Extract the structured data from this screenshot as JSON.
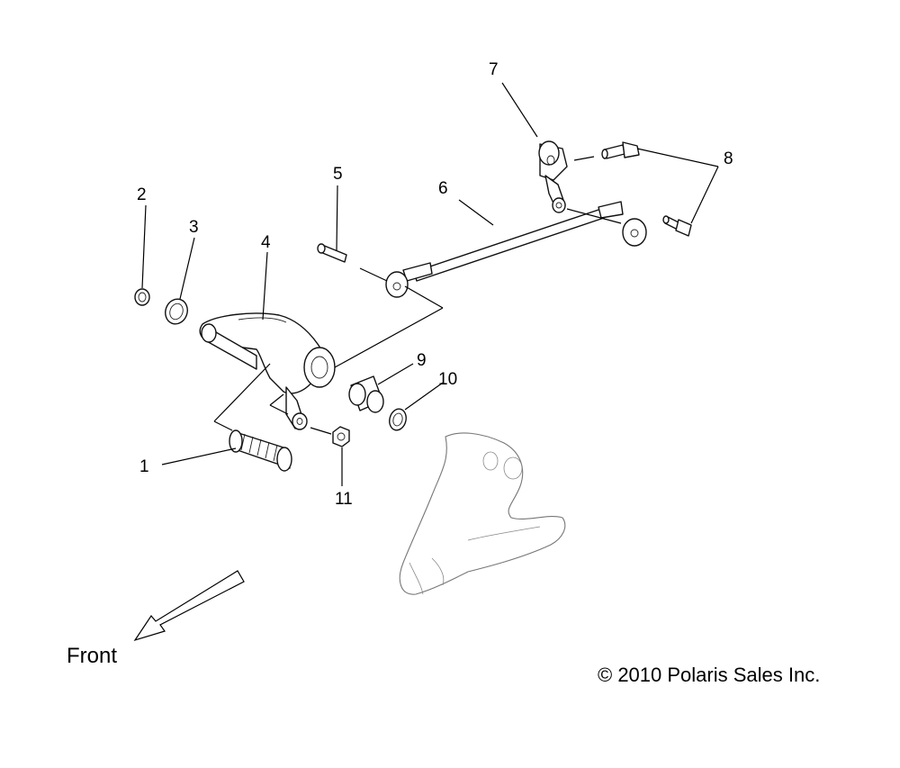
{
  "diagram": {
    "front_label": "Front",
    "copyright": "© 2010 Polaris Sales Inc.",
    "callouts": [
      "1",
      "2",
      "3",
      "4",
      "5",
      "6",
      "7",
      "8",
      "9",
      "10",
      "11"
    ]
  }
}
